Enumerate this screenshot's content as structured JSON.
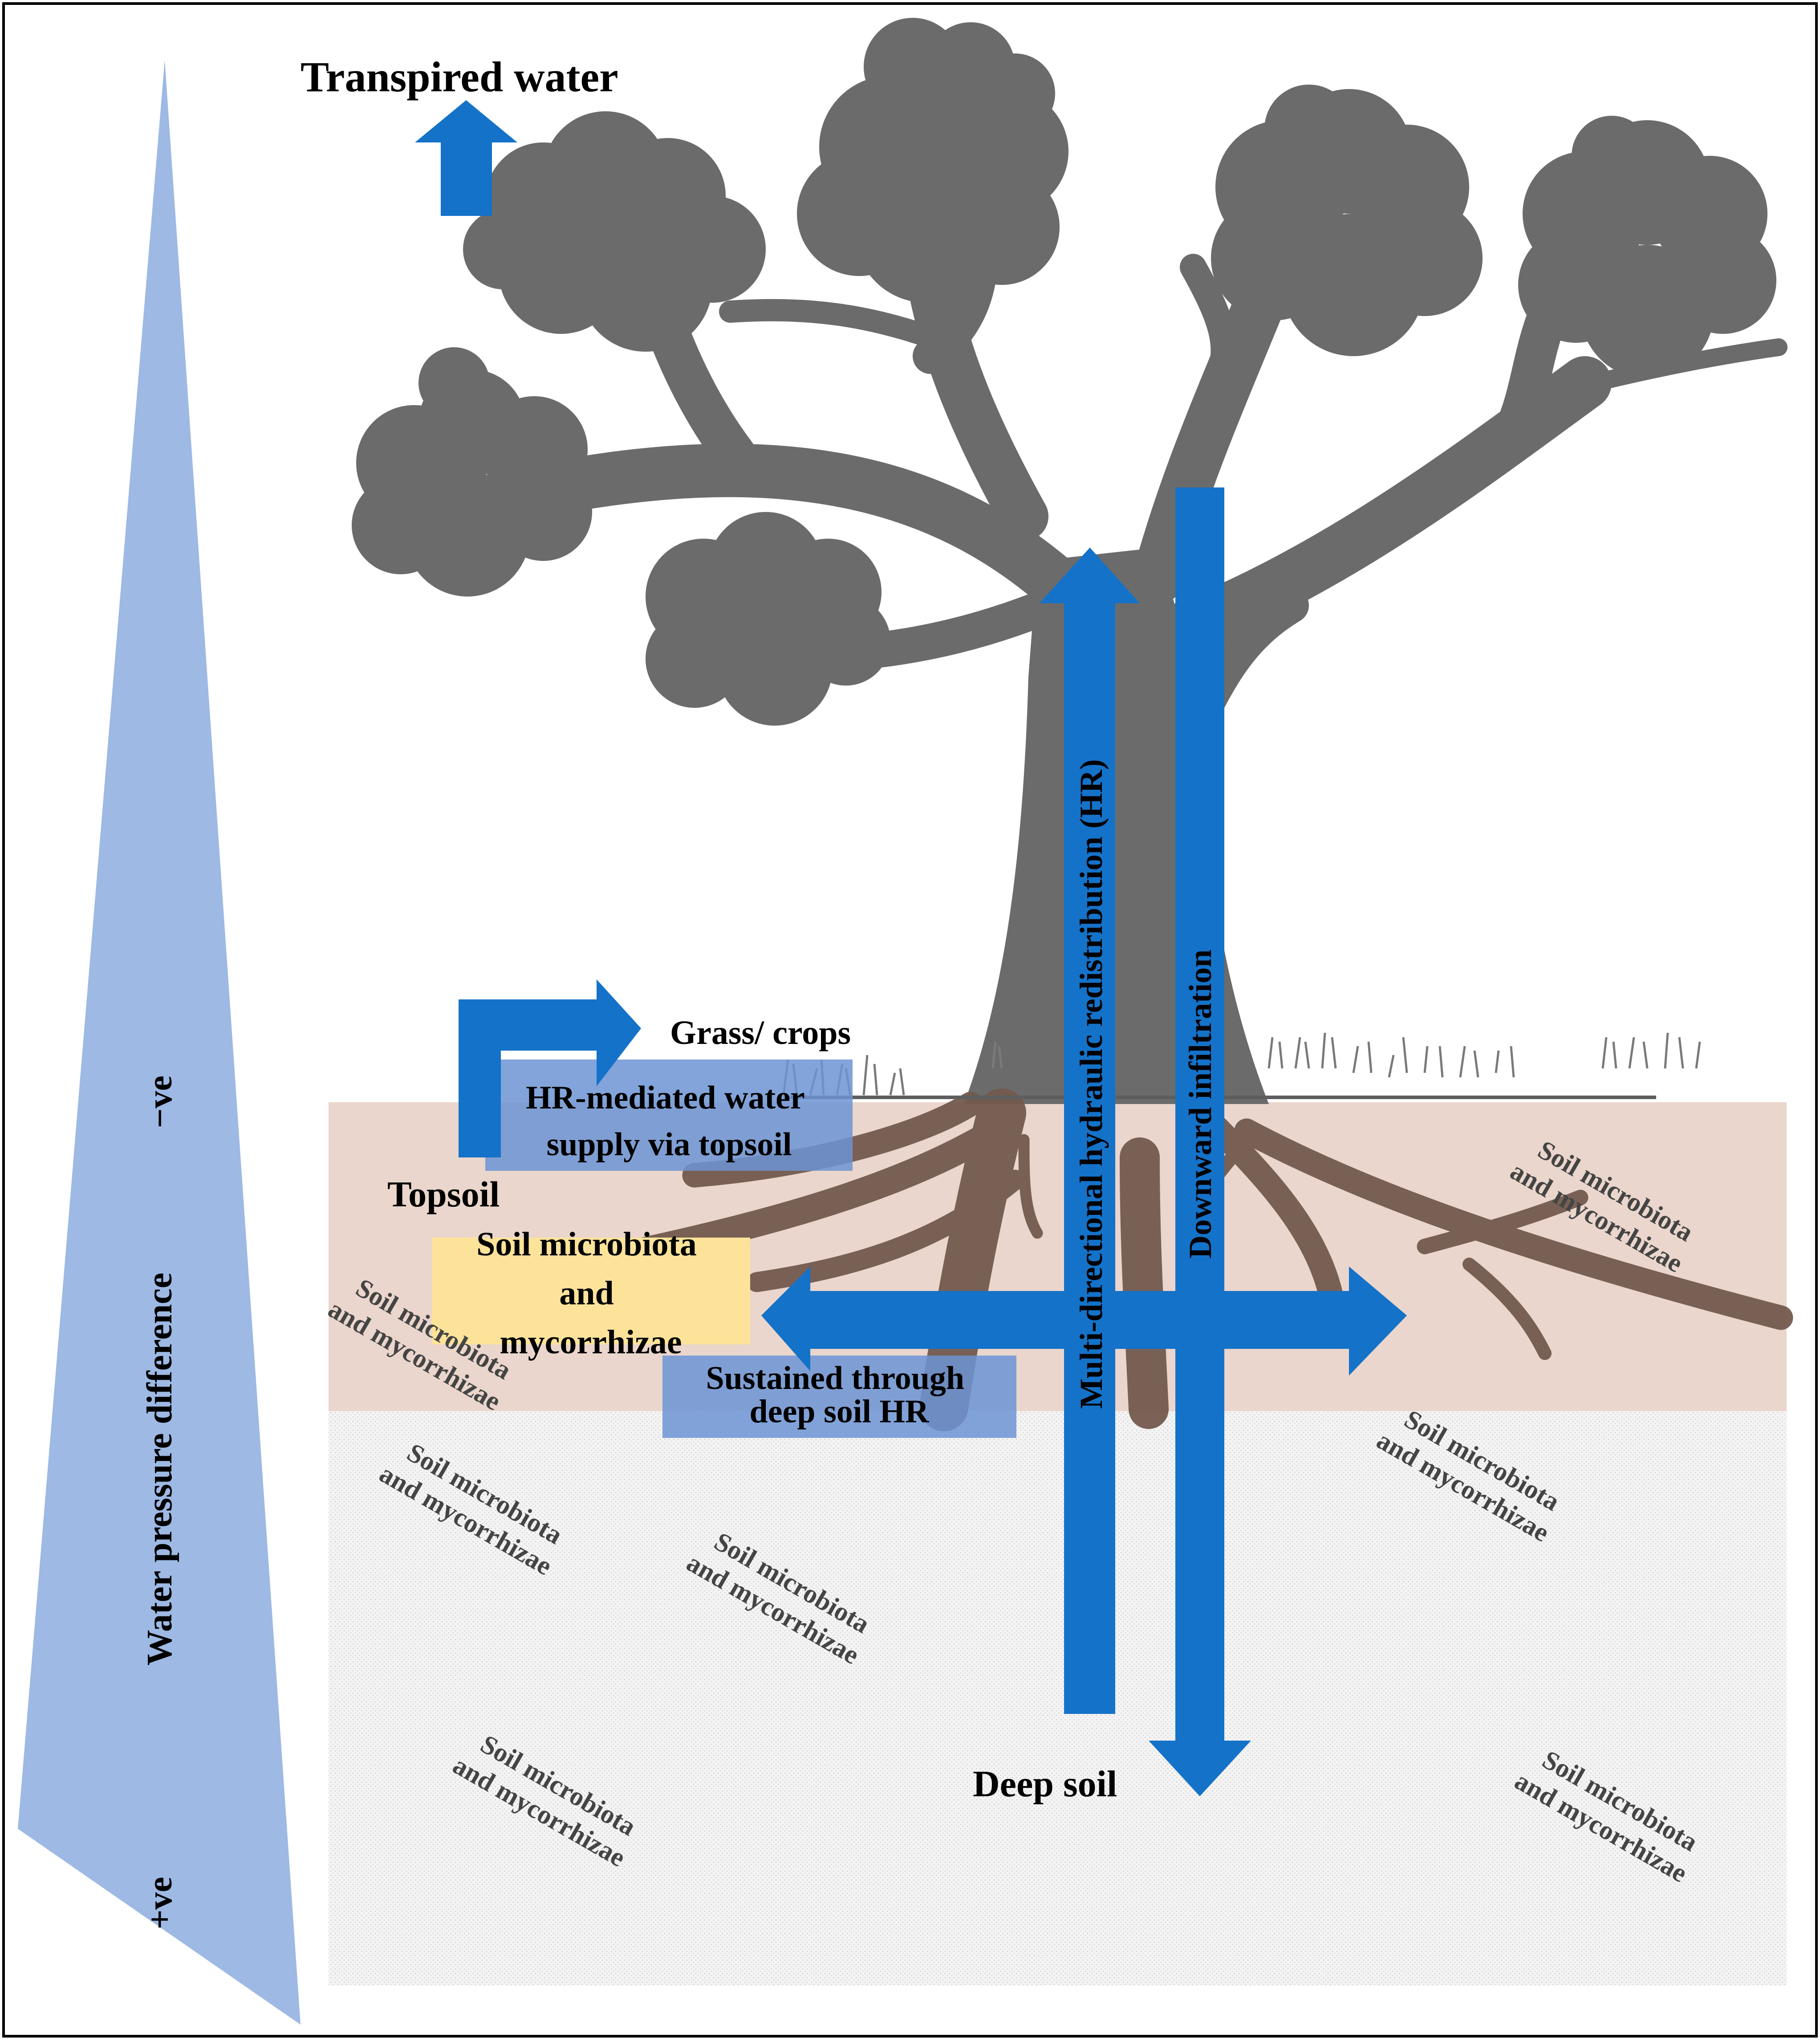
{
  "labels": {
    "transpired_water": "Transpired water",
    "grass_crops": "Grass/ crops",
    "hr_topsoil": [
      "HR-mediated water",
      "supply via topsoil"
    ],
    "topsoil": "Topsoil",
    "microbiota_box": [
      "Soil microbiota",
      "and",
      "mycorrhizae"
    ],
    "sustained": [
      "Sustained through",
      "deep soil HR"
    ],
    "deep_soil": "Deep soil",
    "multi_hr": "Multi-directional hydraulic redistribution (HR)",
    "downward": "Downward infiltration",
    "pressure_axis": "Water pressure difference",
    "neg": "−ve",
    "pos": "+ve"
  },
  "microbiota_scatter": [
    [
      "Soil microbiota",
      "and mycorrhizae"
    ],
    [
      "Soil microbiota",
      "and mycorrhizae"
    ],
    [
      "Soil microbiota",
      "and mycorrhizae"
    ],
    [
      "Soil microbiota",
      "and mycorrhizae"
    ],
    [
      "Soil microbiota",
      "and mycorrhizae"
    ],
    [
      "Soil microbiota",
      "and mycorrhizae"
    ],
    [
      "Soil microbiota",
      "and mycorrhizae"
    ]
  ],
  "colors": {
    "arrow_blue": "#1472C9",
    "wedge_blue": "#9DB9E4",
    "tree_gray": "#6B6B6B",
    "root_brown": "#735A4E",
    "topsoil_fill": "#EAD6CC",
    "deep_soil_fill": "#F3F3F3",
    "label_box_blue": "#6C94D4",
    "microbiota_box": "#FDE39A"
  }
}
